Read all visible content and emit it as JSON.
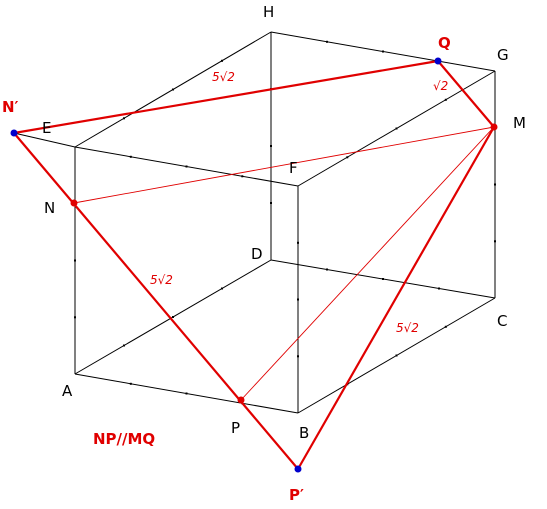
{
  "vertices": {
    "A": "A",
    "B": "B",
    "C": "C",
    "D": "D",
    "E": "E",
    "F": "F",
    "G": "G",
    "H": "H"
  },
  "points": {
    "N": "N",
    "M": "M",
    "P": "P",
    "Q": "Q",
    "N_prime": "N′",
    "P_prime": "P′"
  },
  "measures": {
    "n_prime_q": "5√2",
    "n_prime_p_prime": "5√2",
    "m_p_prime": "5√2",
    "q_m": "√2"
  },
  "relation": "NP//MQ",
  "colors": {
    "construction": "#e00000",
    "edges": "#000000",
    "blue_points": "#0000cc"
  }
}
